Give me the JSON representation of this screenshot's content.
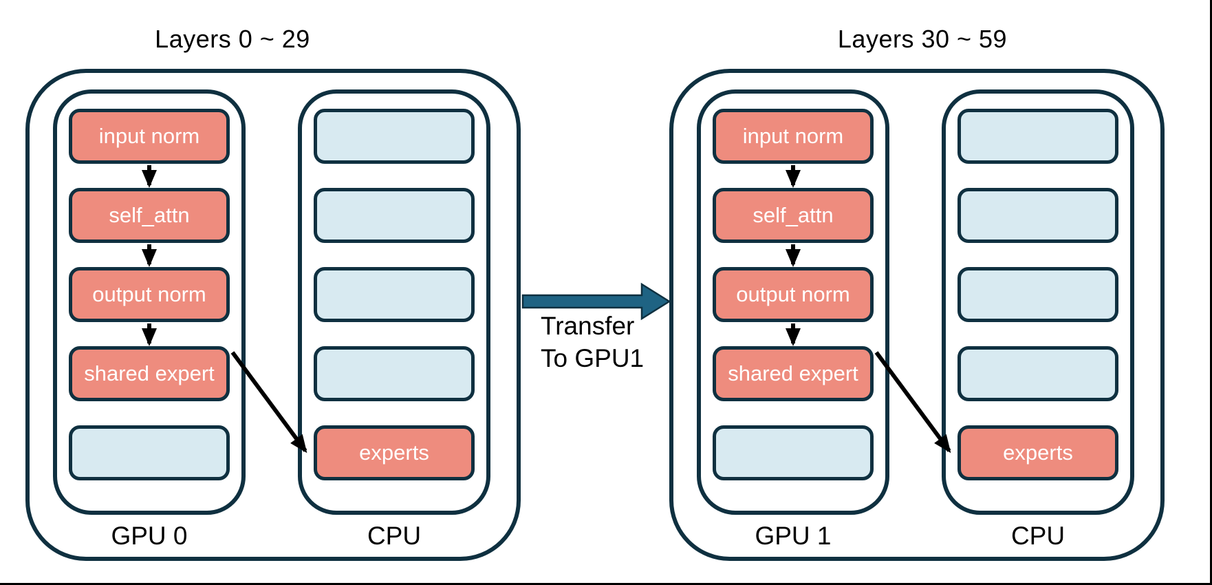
{
  "colors": {
    "outline": "#0F3040",
    "salmon": "#EE8C7E",
    "lightblue": "#D8EAF1",
    "arrow-teal": "#1F6383",
    "arrow-black": "#000000",
    "page-border": "#000000",
    "text-dark": "#000000",
    "text-light": "#FFFFFF"
  },
  "groups": [
    {
      "title": "Layers 0 ~ 29",
      "gpu": {
        "label": "GPU 0",
        "boxes": [
          {
            "label": "input norm",
            "filled": true
          },
          {
            "label": "self_attn",
            "filled": true
          },
          {
            "label": "output norm",
            "filled": true
          },
          {
            "label": "shared expert",
            "filled": true
          },
          {
            "label": "",
            "filled": false
          }
        ]
      },
      "cpu": {
        "label": "CPU",
        "boxes": [
          {
            "label": "",
            "filled": false
          },
          {
            "label": "",
            "filled": false
          },
          {
            "label": "",
            "filled": false
          },
          {
            "label": "",
            "filled": false
          },
          {
            "label": "experts",
            "filled": true
          }
        ]
      }
    },
    {
      "title": "Layers 30 ~ 59",
      "gpu": {
        "label": "GPU 1",
        "boxes": [
          {
            "label": "input norm",
            "filled": true
          },
          {
            "label": "self_attn",
            "filled": true
          },
          {
            "label": "output norm",
            "filled": true
          },
          {
            "label": "shared expert",
            "filled": true
          },
          {
            "label": "",
            "filled": false
          }
        ]
      },
      "cpu": {
        "label": "CPU",
        "boxes": [
          {
            "label": "",
            "filled": false
          },
          {
            "label": "",
            "filled": false
          },
          {
            "label": "",
            "filled": false
          },
          {
            "label": "",
            "filled": false
          },
          {
            "label": "experts",
            "filled": true
          }
        ]
      }
    }
  ],
  "transfer": {
    "line1": "Transfer",
    "line2": "To GPU1"
  }
}
